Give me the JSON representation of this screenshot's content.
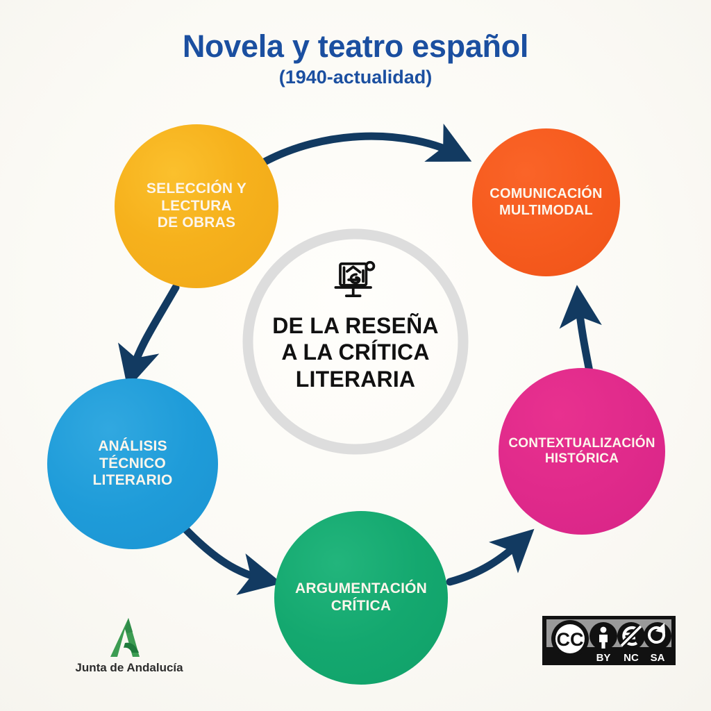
{
  "header": {
    "title": "Novela y teatro español",
    "subtitle": "(1940-actualidad)"
  },
  "center": {
    "icon": "presentation-screen-icon",
    "line1": "DE LA RESEÑA",
    "line2": "A LA CRÍTICA",
    "line3": "LITERARIA"
  },
  "nodes": [
    {
      "id": "seleccion",
      "line1": "SELECCIÓN Y",
      "line2": "LECTURA",
      "line3": "DE OBRAS",
      "color": "#f6b11c"
    },
    {
      "id": "comunicacion",
      "line1": "COMUNICACIÓN",
      "line2": "MULTIMODAL",
      "line3": "",
      "color": "#f65b1e"
    },
    {
      "id": "analisis",
      "line1": "ANÁLISIS",
      "line2": "TÉCNICO",
      "line3": "LITERARIO",
      "color": "#1f9cd9"
    },
    {
      "id": "argumentacion",
      "line1": "ARGUMENTACIÓN",
      "line2": "CRÍTICA",
      "line3": "",
      "color": "#14a86f"
    },
    {
      "id": "contextualizacion",
      "line1": "CONTEXTUALIZACIÓN",
      "line2": "HISTÓRICA",
      "line3": "",
      "color": "#e02a8b"
    }
  ],
  "arrows": {
    "color": "#123a61",
    "flow": [
      "seleccion-to-comunicacion",
      "seleccion-to-analisis",
      "analisis-to-argumentacion",
      "argumentacion-to-contextualizacion",
      "contextualizacion-to-comunicacion"
    ]
  },
  "ring": {
    "color": "#dddddd"
  },
  "footer": {
    "junta": {
      "name": "Junta de Andalucía",
      "mark_color": "#3c9c52"
    },
    "license": {
      "cc": "CC",
      "by": "BY",
      "nc": "NC",
      "sa": "SA"
    }
  }
}
